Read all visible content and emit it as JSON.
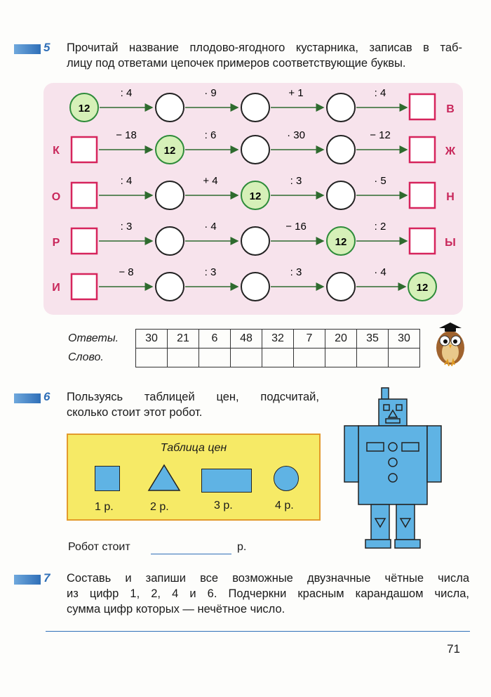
{
  "task5": {
    "number": "5",
    "line1": "Прочитай название плодово-ягодного кустарника, записав в таб-",
    "line2": "лицу под ответами цепочек примеров соответствующие буквы.",
    "chains": [
      {
        "row_letter": "",
        "start": "12",
        "ops": [
          ": 4",
          "· 9",
          "+ 1",
          ": 4"
        ],
        "end_letter": "В"
      },
      {
        "row_letter": "К",
        "mid": "12",
        "ops": [
          "− 18",
          ": 6",
          "· 30",
          "− 12"
        ],
        "end_letter": "Ж"
      },
      {
        "row_letter": "О",
        "mid": "12",
        "ops": [
          ": 4",
          "+ 4",
          ": 3",
          "· 5"
        ],
        "end_letter": "Н"
      },
      {
        "row_letter": "Р",
        "mid": "12",
        "ops": [
          ": 3",
          "· 4",
          "− 16",
          ": 2"
        ],
        "end_letter": "Ы"
      },
      {
        "row_letter": "И",
        "end": "12",
        "ops": [
          "− 8",
          ": 3",
          ": 3",
          "· 4"
        ],
        "end_letter": ""
      }
    ],
    "answers_label": "Ответы.",
    "word_label": "Слово.",
    "answers": [
      "30",
      "21",
      "6",
      "48",
      "32",
      "7",
      "20",
      "35",
      "30"
    ]
  },
  "task6": {
    "number": "6",
    "line1": "Пользуясь таблицей цен, подсчитай,",
    "line2": "сколько стоит этот робот.",
    "price_title": "Таблица цен",
    "prices": [
      "1 р.",
      "2 р.",
      "3 р.",
      "4 р."
    ],
    "robot_cost_label": "Робот стоит",
    "robot_cost_unit": "р."
  },
  "task7": {
    "number": "7",
    "line1": "Составь и запиши все возможные двузначные чётные числа",
    "line2": "из цифр 1, 2, 4 и 6. Подчеркни красным карандашом числа,",
    "line3": "сумма цифр которых — нечётное число."
  },
  "page_number": "71",
  "colors": {
    "accent": "#2f6fb8",
    "letter": "#c8265a",
    "square": "#d6245c",
    "circle_fill": "#d6f0b8",
    "circle_border": "#2e8b3a",
    "arrow": "#2e6b2e",
    "shape_fill": "#5fb3e4",
    "price_bg": "#f6ea66"
  }
}
